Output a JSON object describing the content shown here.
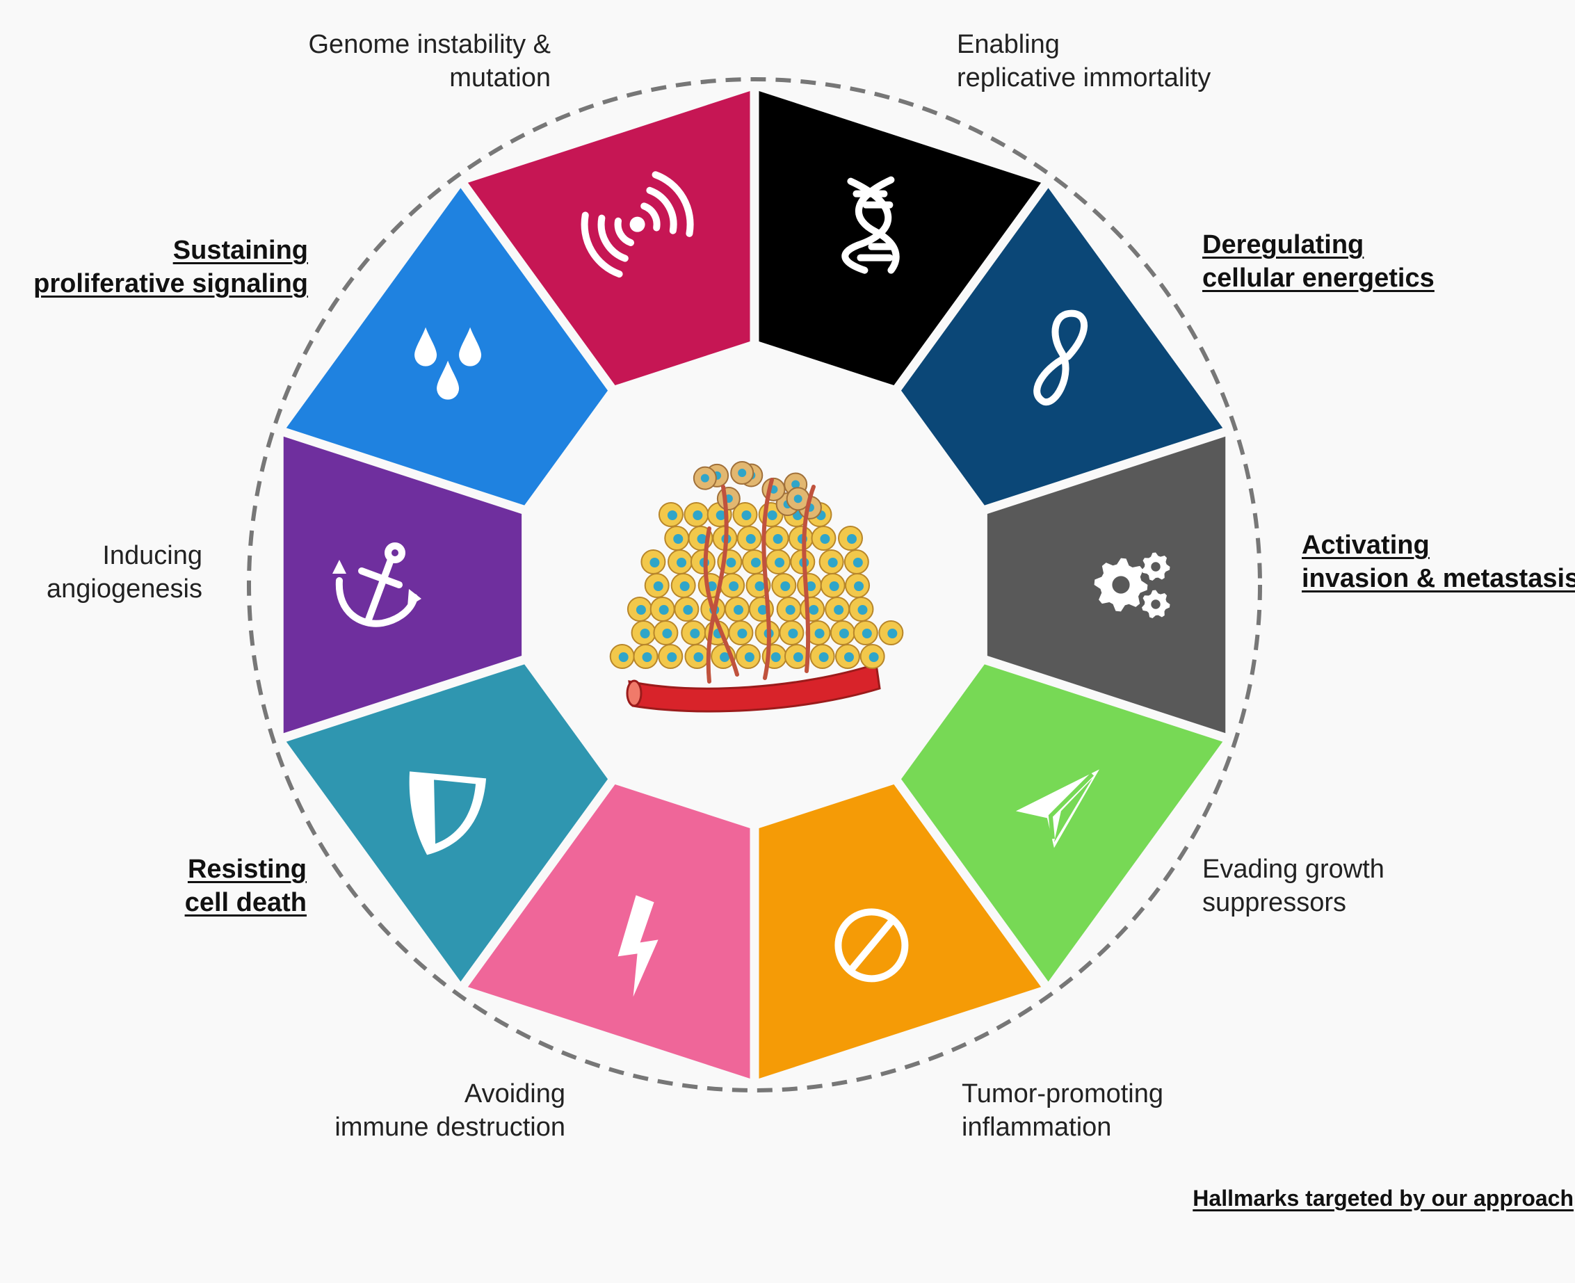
{
  "hallmarks": [
    {
      "id": "genome",
      "lines": [
        "Genome instability &",
        "mutation"
      ],
      "color": "#000000",
      "icon": "dna-icon",
      "targeted": false
    },
    {
      "id": "immortality",
      "lines": [
        "Enabling",
        "replicative immortality"
      ],
      "color": "#0b4777",
      "icon": "infinity-icon",
      "targeted": false
    },
    {
      "id": "energetics",
      "lines": [
        "Deregulating",
        "cellular energetics"
      ],
      "color": "#595959",
      "icon": "gears-icon",
      "targeted": true
    },
    {
      "id": "invasion",
      "lines": [
        "Activating",
        "invasion & metastasis"
      ],
      "color": "#77d955",
      "icon": "paper-plane-icon",
      "targeted": true
    },
    {
      "id": "suppressors",
      "lines": [
        "Evading growth",
        "suppressors"
      ],
      "color": "#f59b06",
      "icon": "prohibited-icon",
      "targeted": false
    },
    {
      "id": "inflammation",
      "lines": [
        "Tumor-promoting",
        "inflammation"
      ],
      "color": "#ef6699",
      "icon": "lightning-icon",
      "targeted": false
    },
    {
      "id": "immune",
      "lines": [
        "Avoiding",
        "immune destruction"
      ],
      "color": "#2f96b0",
      "icon": "shield-icon",
      "targeted": false
    },
    {
      "id": "cell-death",
      "lines": [
        "Resisting",
        "cell death"
      ],
      "color": "#6f2f9e",
      "icon": "anchor-icon",
      "targeted": true
    },
    {
      "id": "angiogenesis",
      "lines": [
        "Inducing",
        "angiogenesis"
      ],
      "color": "#1f82e0",
      "icon": "droplets-icon",
      "targeted": false
    },
    {
      "id": "proliferative",
      "lines": [
        "Sustaining",
        "proliferative signaling"
      ],
      "color": "#c61654",
      "icon": "signal-icon",
      "targeted": true
    }
  ],
  "legend": "Hallmarks targeted by our approach",
  "center_image": "tumor-illustration"
}
